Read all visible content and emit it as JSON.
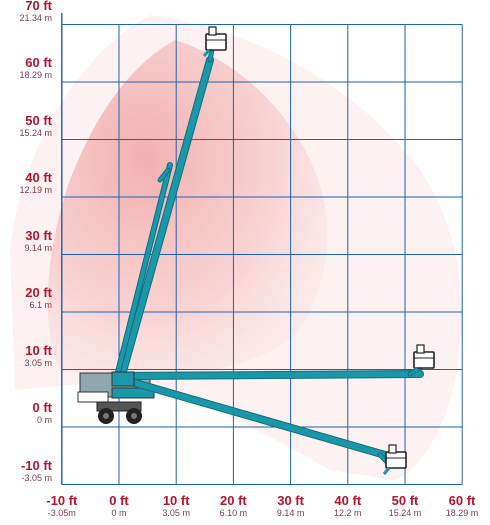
{
  "diagram": {
    "y_axis_labels": [
      {
        "ft": "70 ft",
        "m": "21.34 m",
        "value": 70
      },
      {
        "ft": "60 ft",
        "m": "18.29 m",
        "value": 60
      },
      {
        "ft": "50 ft",
        "m": "15.24 m",
        "value": 50
      },
      {
        "ft": "40 ft",
        "m": "12.19 m",
        "value": 40
      },
      {
        "ft": "30 ft",
        "m": "9.14 m",
        "value": 30
      },
      {
        "ft": "20 ft",
        "m": "6.1 m",
        "value": 20
      },
      {
        "ft": "10 ft",
        "m": "3.05 m",
        "value": 10
      },
      {
        "ft": "0 ft",
        "m": "0 m",
        "value": 0
      },
      {
        "ft": "-10 ft",
        "m": "-3.05 m",
        "value": -10
      }
    ],
    "x_axis_labels": [
      {
        "ft": "-10 ft",
        "m": "-3.05m",
        "value": -10
      },
      {
        "ft": "0 ft",
        "m": "0 m",
        "value": 0
      },
      {
        "ft": "10 ft",
        "m": "3.05 m",
        "value": 10
      },
      {
        "ft": "20 ft",
        "m": "6.10 m",
        "value": 20
      },
      {
        "ft": "30 ft",
        "m": "9.14 m",
        "value": 30
      },
      {
        "ft": "40 ft",
        "m": "12.2 m",
        "value": 40
      },
      {
        "ft": "50 ft",
        "m": "15.24 m",
        "value": 50
      },
      {
        "ft": "60 ft",
        "m": "18.29 m",
        "value": 60
      }
    ],
    "colors": {
      "grid": "#1e62b0",
      "boom": "#1a97a8",
      "boom_dark": "#0f6f7d",
      "envelope": "#f3b9b9",
      "labels_ft": "#b5132e",
      "labels_m": "#7a3a4a"
    }
  }
}
